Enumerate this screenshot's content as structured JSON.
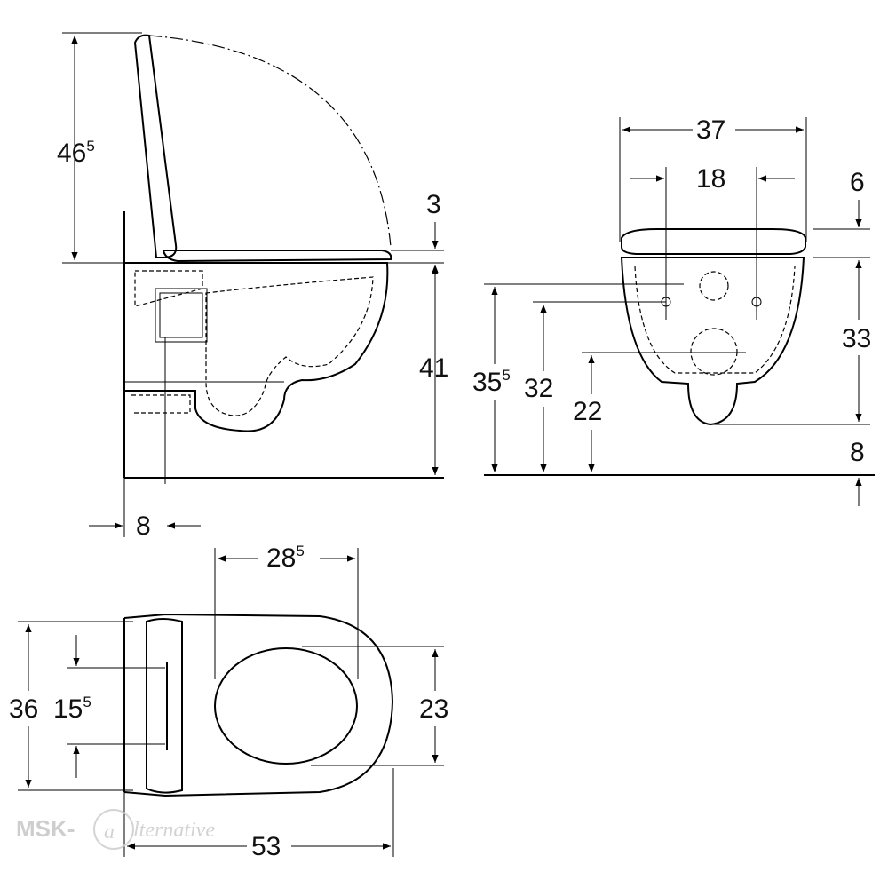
{
  "dimensions": {
    "side_top_height": {
      "main": "46",
      "sup": "5"
    },
    "seat_gap": {
      "main": "3"
    },
    "side_height": {
      "main": "41"
    },
    "wall_gap": {
      "main": "8"
    },
    "front_width": {
      "main": "37"
    },
    "bolt_spacing": {
      "main": "18"
    },
    "front_top": {
      "main": "6"
    },
    "front_outlet": {
      "main": "33"
    },
    "front_bottom": {
      "main": "8"
    },
    "front_h1": {
      "main": "35",
      "sup": "5"
    },
    "front_h2": {
      "main": "32"
    },
    "front_h3": {
      "main": "22"
    },
    "plan_inner_width": {
      "main": "28",
      "sup": "5"
    },
    "plan_width": {
      "main": "36"
    },
    "plan_bolts": {
      "main": "15",
      "sup": "5"
    },
    "plan_opening": {
      "main": "23"
    },
    "plan_length": {
      "main": "53"
    }
  },
  "watermark": {
    "left": "MSK-",
    "mark": "a",
    "right": "lternative"
  }
}
